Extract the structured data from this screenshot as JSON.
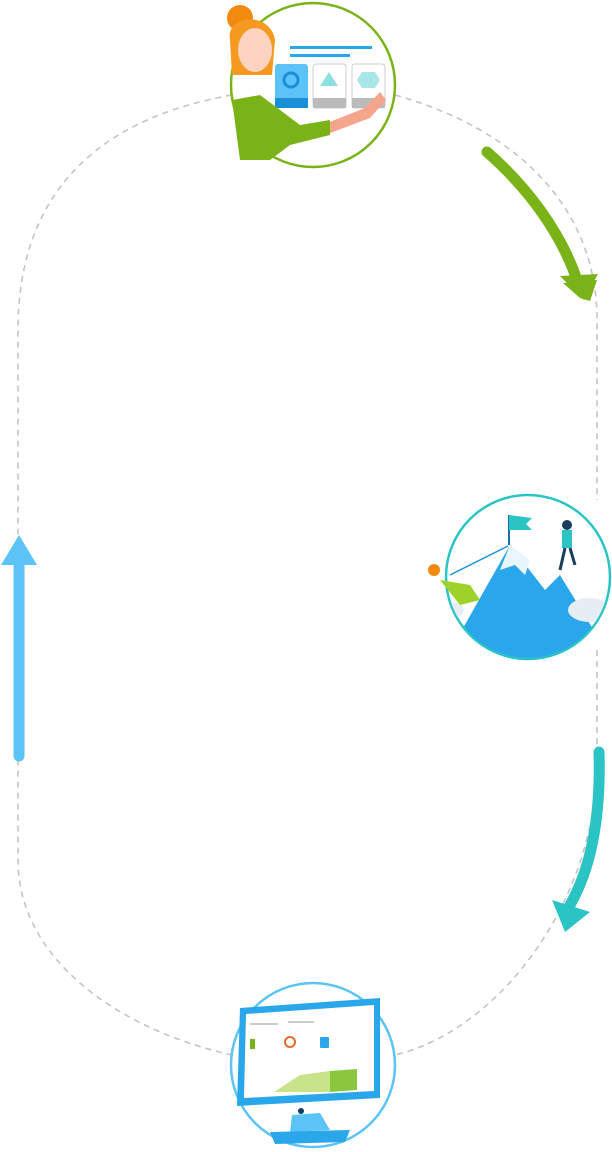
{
  "diagram": {
    "type": "cycle",
    "stages": [
      {
        "icon": "woman-choosing-options-icon",
        "ring_color": "#7ab317"
      },
      {
        "icon": "mountain-climbers-flag-icon",
        "ring_color": "#2bc4c4"
      },
      {
        "icon": "dashboard-monitor-icon",
        "ring_color": "#5bc3f5"
      }
    ],
    "arrows": [
      {
        "from": 0,
        "to": 1,
        "color": "#7ab317"
      },
      {
        "from": 1,
        "to": 2,
        "color": "#2bc4c4"
      },
      {
        "from": 2,
        "to": 0,
        "color": "#5bc3f5"
      }
    ],
    "path_color": "#c4c4c4"
  }
}
